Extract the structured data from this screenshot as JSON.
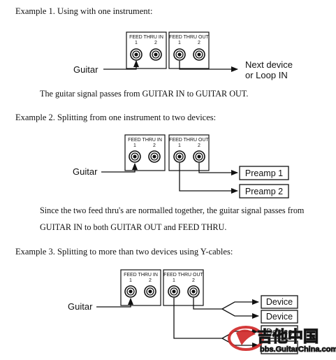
{
  "ex1": {
    "heading": "Example 1.  Using with one instrument:",
    "feed_in": "FEED THRU IN",
    "feed_out": "FEED THRU OUT",
    "jack1": "1",
    "jack2": "2",
    "guitar": "Guitar",
    "next1": "Next device",
    "next2": "or Loop IN",
    "caption": "The guitar signal passes from GUITAR IN to GUITAR OUT."
  },
  "ex2": {
    "heading": "Example 2.  Splitting from one instrument to two devices:",
    "feed_in": "FEED THRU IN",
    "feed_out": "FEED THRU OUT",
    "jack1": "1",
    "jack2": "2",
    "guitar": "Guitar",
    "preamp1": "Preamp 1",
    "preamp2": "Preamp 2",
    "caption1": "Since the two feed thru's are normalled together, the guitar signal passes from",
    "caption2": "GUITAR IN to both GUITAR OUT and FEED THRU."
  },
  "ex3": {
    "heading": "Example 3.  Splitting to more than two devices using Y-cables:",
    "feed_in": "FEED THRU IN",
    "feed_out": "FEED THRU OUT",
    "jack1": "1",
    "jack2": "2",
    "guitar": "Guitar",
    "device1": "Device",
    "device2": "Device",
    "device3": "Device"
  },
  "watermark": {
    "logo_text": "吉他中国",
    "url": "bbs.GuitarChina.com"
  }
}
